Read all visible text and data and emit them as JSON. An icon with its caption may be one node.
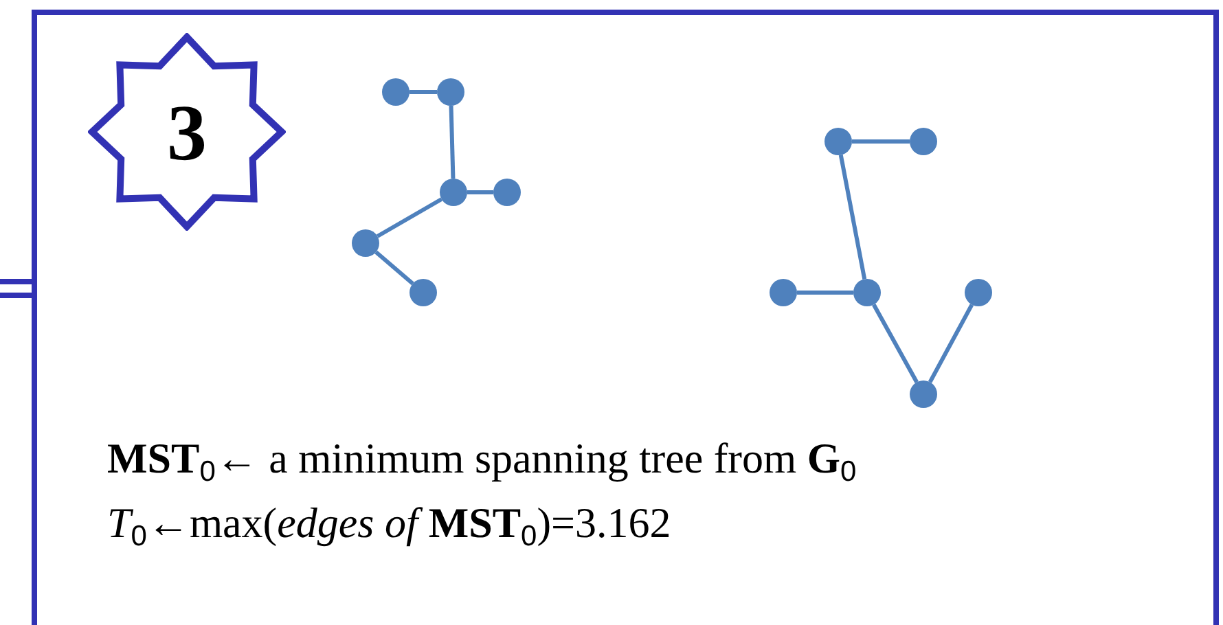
{
  "diagram": {
    "nodes": [
      {
        "text": [
          "**MST**$_{0}$← a minimum spanning tree from **G**$_{0}$",
          "*T*$_{0}$←max(*edges of* **MST**$_{0}$)=3.162"
        ]
      },
      {
        "text": [
          "3"
        ],
        "in": 0
      },
      {
        "text": [],
        "shape": "circle",
        "in": 0
      },
      {
        "text": [],
        "shape": "circle",
        "in": 0
      },
      {
        "text": [],
        "shape": "circle",
        "in": 0
      },
      {
        "text": [],
        "shape": "circle",
        "in": 0
      },
      {
        "text": [],
        "shape": "circle",
        "in": 0
      },
      {
        "text": [],
        "shape": "circle",
        "in": 0
      },
      {
        "text": [],
        "shape": "circle",
        "in": 0
      },
      {
        "text": [],
        "shape": "circle",
        "in": 0
      },
      {
        "text": [],
        "shape": "circle",
        "in": 0
      },
      {
        "text": [],
        "shape": "circle",
        "in": 0
      },
      {
        "text": [],
        "shape": "circle",
        "in": 0
      },
      {
        "text": [],
        "shape": "circle",
        "in": 0
      }
    ],
    "edges": [
      {
        "from": null,
        "to": 0,
        "arrow": "none"
      },
      {
        "from": 2,
        "to": 3,
        "arrow": "none"
      },
      {
        "from": 3,
        "to": 4,
        "arrow": "none"
      },
      {
        "from": 4,
        "to": 5,
        "arrow": "none"
      },
      {
        "from": 4,
        "to": 6,
        "arrow": "none"
      },
      {
        "from": 6,
        "to": 7,
        "arrow": "none"
      },
      {
        "from": 8,
        "to": 9,
        "arrow": "none"
      },
      {
        "from": 8,
        "to": 11,
        "arrow": "none"
      },
      {
        "from": 10,
        "to": 11,
        "arrow": "none"
      },
      {
        "from": 11,
        "to": 13,
        "arrow": "none"
      },
      {
        "from": 13,
        "to": 12,
        "arrow": "none"
      }
    ]
  }
}
